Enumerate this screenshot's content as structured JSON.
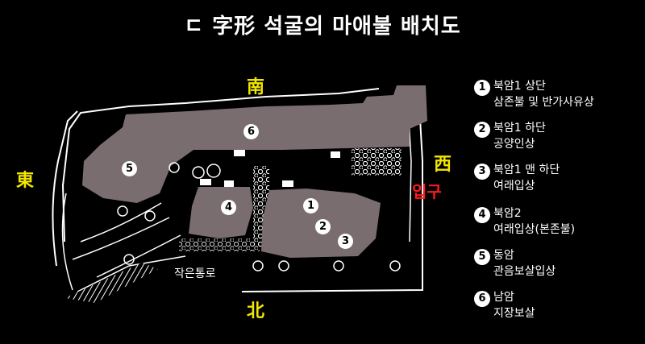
{
  "title": "ㄷ 字形 석굴의 마애불 배치도",
  "directions": {
    "south": "南",
    "north": "北",
    "east": "東",
    "west": "西"
  },
  "entrance_label": "입구",
  "passage_label": "작은통로",
  "map_markers": [
    "1",
    "2",
    "3",
    "4",
    "5",
    "6"
  ],
  "legend": [
    {
      "number": "1",
      "line1": "북암1 상단",
      "line2": "삼존불 및 반가사유상"
    },
    {
      "number": "2",
      "line1": "북암1 하단",
      "line2": "공양인상"
    },
    {
      "number": "3",
      "line1": "북암1  맨 하단",
      "line2": "여래입상"
    },
    {
      "number": "4",
      "line1": "북암2",
      "line2": "여래입상(본존불)"
    },
    {
      "number": "5",
      "line1": "동암",
      "line2": "관음보살입상"
    },
    {
      "number": "6",
      "line1": "남암",
      "line2": "지장보살"
    }
  ],
  "colors": {
    "background": "#000000",
    "rock": "#7a6d70",
    "direction_text": "#f2e600",
    "entrance_text": "#ff1a1a",
    "line": "#ffffff"
  }
}
